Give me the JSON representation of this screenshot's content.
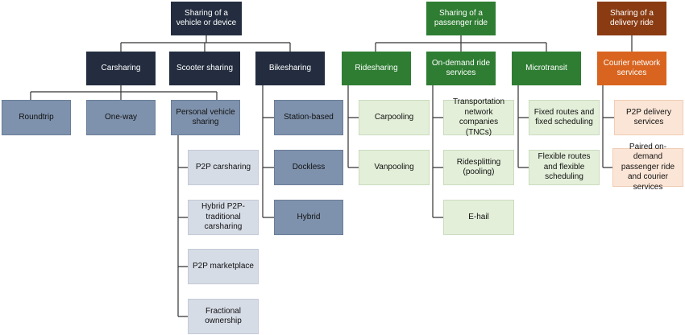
{
  "groups": {
    "vehicle": {
      "root": "Sharing of a vehicle or device",
      "carsharing": {
        "label": "Carsharing",
        "children": [
          "Roundtrip",
          "One-way",
          "Personal vehicle sharing"
        ],
        "personal_children": [
          "P2P carsharing",
          "Hybrid P2P-traditional carsharing",
          "P2P marketplace",
          "Fractional ownership"
        ]
      },
      "scooter": {
        "label": "Scooter sharing"
      },
      "bike": {
        "label": "Bikesharing",
        "children": [
          "Station-based",
          "Dockless",
          "Hybrid"
        ]
      }
    },
    "passenger": {
      "root": "Sharing of a passenger ride",
      "ridesharing": {
        "label": "Ridesharing",
        "children": [
          "Carpooling",
          "Vanpooling"
        ]
      },
      "ondemand": {
        "label": "On-demand ride services",
        "children": [
          "Transportation network companies (TNCs)",
          "Ridesplitting (pooling)",
          "E-hail"
        ]
      },
      "microtransit": {
        "label": "Microtransit",
        "children": [
          "Fixed routes and fixed scheduling",
          "Flexible routes and flexible scheduling"
        ]
      }
    },
    "delivery": {
      "root": "Sharing of a delivery ride",
      "courier": {
        "label": "Courier network services",
        "children": [
          "P2P delivery services",
          "Paired on-demand passenger ride and courier services"
        ]
      }
    }
  },
  "colors": {
    "vehicle_dark": "#232d3f",
    "vehicle_mid": "#7f92ad",
    "vehicle_light": "#d6dce6",
    "passenger_dark": "#2e7d32",
    "passenger_light": "#e3efd9",
    "delivery_dark": "#8a3b12",
    "delivery_mid": "#d8641f",
    "delivery_light": "#fbe5d6",
    "connector": "#333333"
  }
}
